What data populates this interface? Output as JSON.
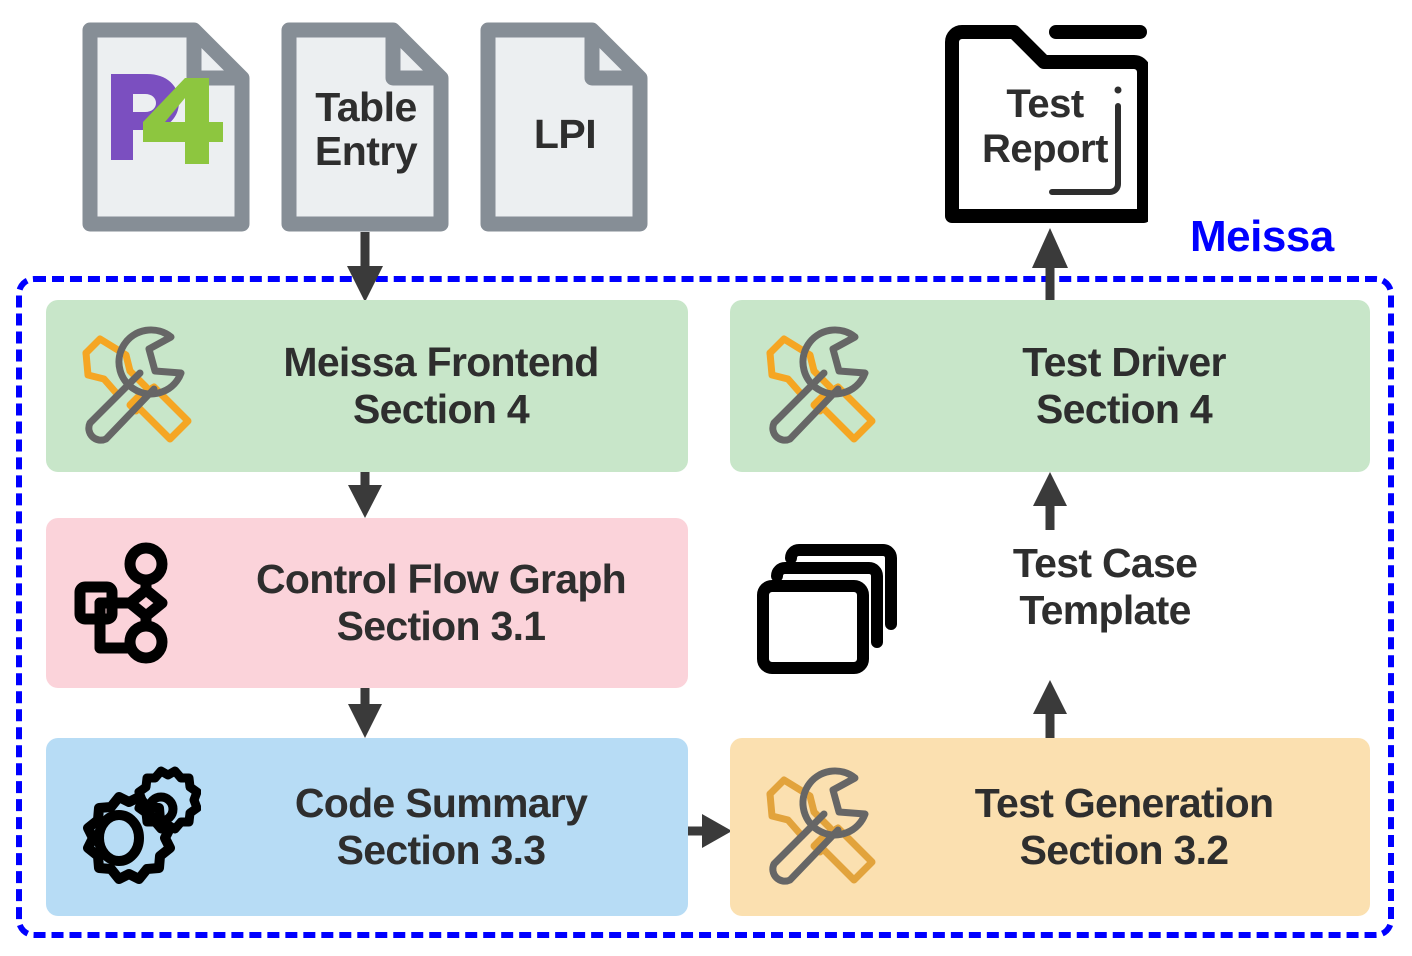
{
  "diagram": {
    "title": "Meissa",
    "container_label": "Meissa",
    "colors": {
      "accent_blue": "#0000FF",
      "green_box": "#C8E6C9",
      "pink_box": "#FBD3DA",
      "blue_box": "#B7DCF5",
      "orange_box": "#FBE0B0",
      "text_dark": "#2E2E2E",
      "arrow": "#3A3A3A",
      "doc_gray": "#868E96",
      "doc_fill": "#ECEFF1",
      "tool_gray": "#666666",
      "tool_orange": "#F5A623",
      "p4_purple": "#7B4FC0",
      "p4_green": "#8DC63F"
    }
  },
  "inputs": [
    {
      "id": "p4",
      "label": "",
      "icon": "document-icon",
      "logo": "p4-logo"
    },
    {
      "id": "table-entry",
      "label_line1": "Table",
      "label_line2": "Entry",
      "icon": "document-icon"
    },
    {
      "id": "lpi",
      "label_line1": "LPI",
      "label_line2": "",
      "icon": "document-icon"
    }
  ],
  "output": {
    "id": "test-report",
    "label_line1": "Test",
    "label_line2": "Report",
    "icon": "report-folder-icon"
  },
  "stages": [
    {
      "id": "meissa-frontend",
      "title": "Meissa Frontend",
      "section": "Section 4",
      "icon": "tools-wrench-icon",
      "color": "#C8E6C9"
    },
    {
      "id": "control-flow-graph",
      "title": "Control Flow Graph",
      "section": "Section 3.1",
      "icon": "graph-nodes-icon",
      "color": "#FBD3DA"
    },
    {
      "id": "code-summary",
      "title": "Code Summary",
      "section": "Section 3.3",
      "icon": "gears-icon",
      "color": "#B7DCF5"
    },
    {
      "id": "test-driver",
      "title": "Test Driver",
      "section": "Section 4",
      "icon": "tools-wrench-icon",
      "color": "#C8E6C9"
    },
    {
      "id": "test-generation",
      "title": "Test Generation",
      "section": "Section 3.2",
      "icon": "tools-wrench-icon",
      "color": "#FBE0B0"
    }
  ],
  "artifact": {
    "id": "test-case-template",
    "line1": "Test Case",
    "line2": "Template",
    "icon": "stacked-cards-icon"
  },
  "edges": [
    {
      "id": "inputs-to-frontend",
      "direction": "down"
    },
    {
      "id": "frontend-to-cfg",
      "direction": "down"
    },
    {
      "id": "cfg-to-summary",
      "direction": "down"
    },
    {
      "id": "summary-to-testgen",
      "direction": "right"
    },
    {
      "id": "testgen-to-template",
      "direction": "up"
    },
    {
      "id": "template-to-driver",
      "direction": "up"
    },
    {
      "id": "driver-to-report",
      "direction": "up"
    }
  ]
}
